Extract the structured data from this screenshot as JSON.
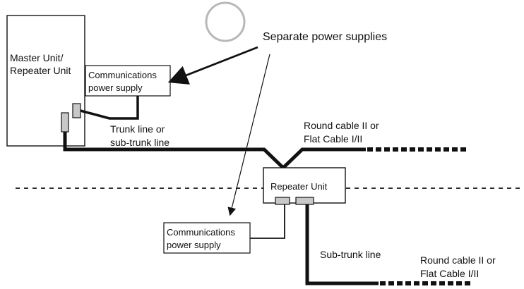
{
  "diagram": {
    "master_unit_label": [
      "Master Unit/",
      "Repeater Unit"
    ],
    "master_power_supply_label": [
      "Communications",
      "power supply"
    ],
    "separate_power_supplies_label": "Separate power supplies",
    "trunk_line_label": [
      "Trunk line or",
      "sub-trunk line"
    ],
    "upper_cable_label": [
      "Round cable II or",
      "Flat Cable I/II"
    ],
    "repeater_unit_label": "Repeater Unit",
    "lower_power_supply_label": [
      "Communications",
      "power supply"
    ],
    "sub_trunk_line_label": "Sub-trunk line",
    "lower_cable_label": [
      "Round cable II or",
      "Flat Cable I/II"
    ]
  }
}
